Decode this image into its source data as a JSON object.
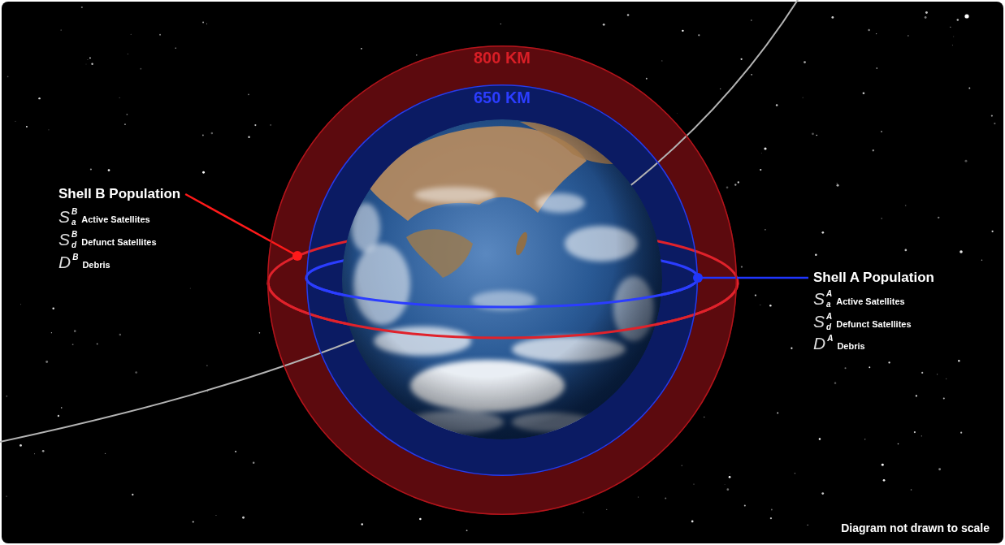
{
  "diagram": {
    "nodes": [
      {
        "text": [
          "800 KM"
        ]
      },
      {
        "text": [
          "650 KM"
        ],
        "in": 0
      }
    ],
    "labels": [
      "Shell B Population",
      "S",
      "B",
      "a",
      "Active Satellites",
      "S",
      "B",
      "d",
      "Defunct Satellites",
      "D",
      "B",
      "Debris",
      "Shell A Population",
      "S",
      "A",
      "a",
      "Active Satellites",
      "S",
      "A",
      "d",
      "Defunct Satellites",
      "D",
      "A",
      "Debris",
      "Diagram not drawn to scale"
    ]
  }
}
